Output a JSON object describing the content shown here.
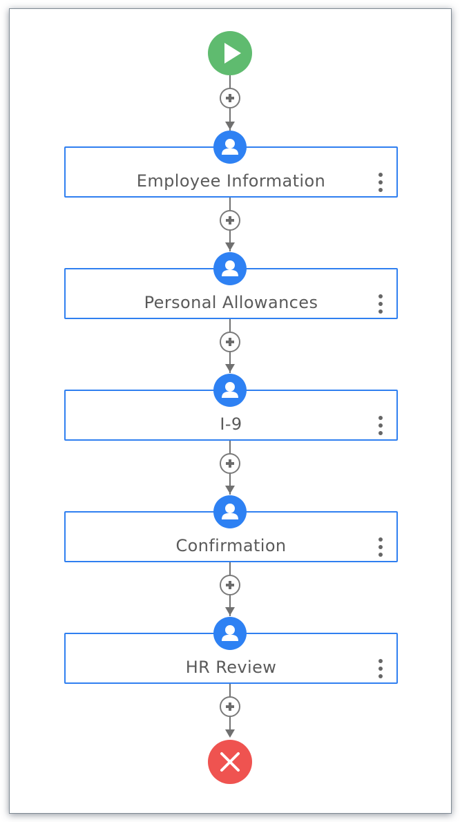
{
  "workflow": {
    "start": {
      "icon": "play-icon",
      "color": "#5fbb6f"
    },
    "end": {
      "icon": "close-icon",
      "color": "#ef5350"
    },
    "step_border_color": "#2f7ff0",
    "user_icon_color": "#2e81f3",
    "steps": [
      {
        "label": "Employee Information",
        "icon": "user-icon",
        "menu_icon": "more-vertical-icon"
      },
      {
        "label": "Personal Allowances",
        "icon": "user-icon",
        "menu_icon": "more-vertical-icon"
      },
      {
        "label": "I-9",
        "icon": "user-icon",
        "menu_icon": "more-vertical-icon"
      },
      {
        "label": "Confirmation",
        "icon": "user-icon",
        "menu_icon": "more-vertical-icon"
      },
      {
        "label": "HR Review",
        "icon": "user-icon",
        "menu_icon": "more-vertical-icon"
      }
    ],
    "add_step_icon": "plus-icon"
  }
}
